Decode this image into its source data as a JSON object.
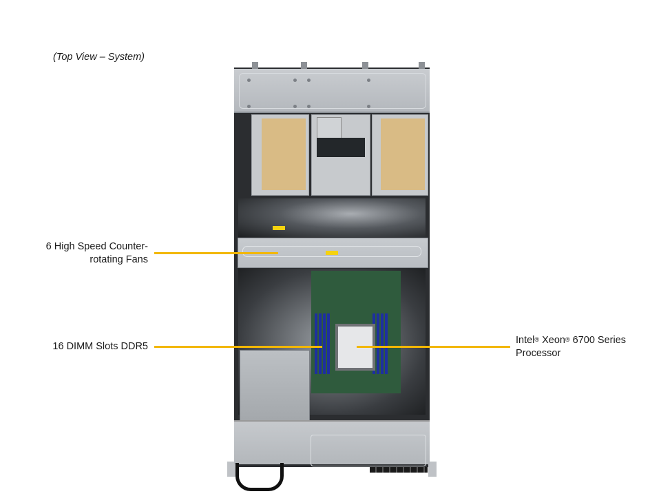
{
  "caption": "(Top View – System)",
  "callouts": {
    "fans": {
      "line1": "6 High Speed Counter-",
      "line2": "rotating Fans"
    },
    "dimm": {
      "text": "16 DIMM Slots DDR5"
    },
    "cpu": {
      "intel": "Intel",
      "reg1": "®",
      "xeon": " Xeon",
      "reg2": "®",
      "series": " 6700 Series",
      "line2": "Processor"
    }
  },
  "colors": {
    "leader_line": "#f2b705",
    "background": "#ffffff",
    "text": "#1a1a1a"
  }
}
